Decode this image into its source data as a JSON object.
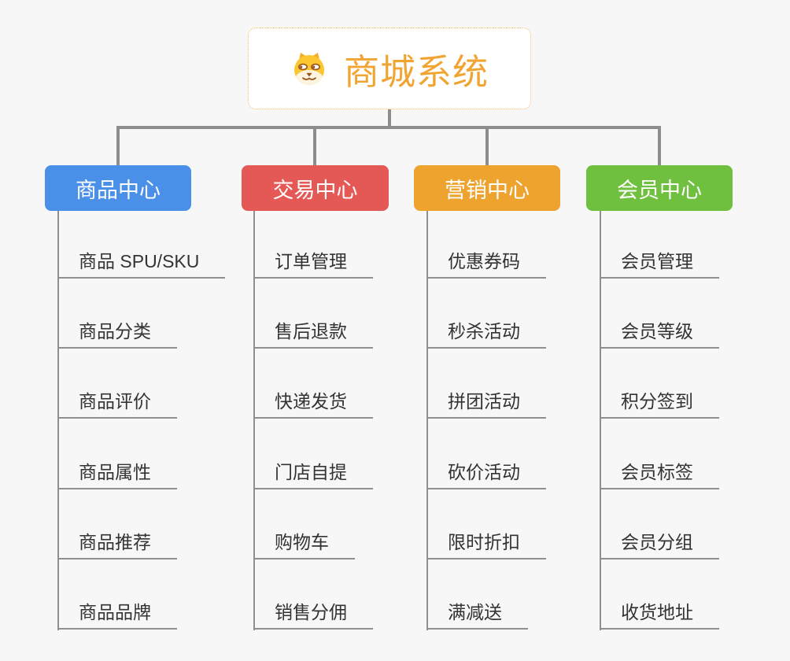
{
  "root": {
    "title": "商城系统",
    "icon": "doge-icon"
  },
  "style": {
    "background": "#f7f7f7",
    "root_border": "#f5bd62",
    "root_title_color": "#f0a532",
    "connector_color": "#8d8d8d",
    "sub_line_color": "#8f8f8f",
    "item_text_color": "#333333"
  },
  "branches": [
    {
      "label": "商品中心",
      "color": "#4a90e8",
      "items": [
        "商品 SPU/SKU",
        "商品分类",
        "商品评价",
        "商品属性",
        "商品推荐",
        "商品品牌"
      ]
    },
    {
      "label": "交易中心",
      "color": "#e45956",
      "items": [
        "订单管理",
        "售后退款",
        "快递发货",
        "门店自提",
        "购物车",
        "销售分佣"
      ]
    },
    {
      "label": "营销中心",
      "color": "#eea32f",
      "items": [
        "优惠券码",
        "秒杀活动",
        "拼团活动",
        "砍价活动",
        "限时折扣",
        "满减送"
      ]
    },
    {
      "label": "会员中心",
      "color": "#70c040",
      "items": [
        "会员管理",
        "会员等级",
        "积分签到",
        "会员标签",
        "会员分组",
        "收货地址"
      ]
    }
  ]
}
